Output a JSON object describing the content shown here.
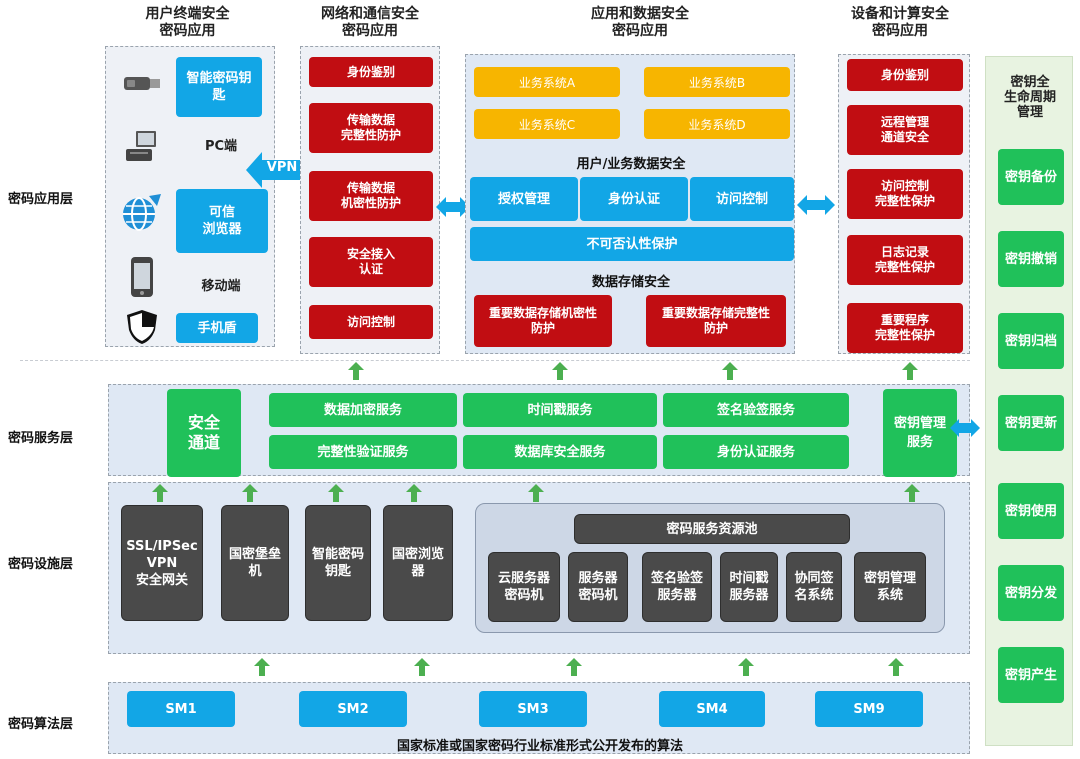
{
  "columns": {
    "terminal_title": "用户终端安全\n密码应用",
    "network_title": "网络和通信安全\n密码应用",
    "app_title": "应用和数据安全\n密码应用",
    "device_title": "设备和计算安全\n密码应用"
  },
  "layers": {
    "app_layer": "密码应用层",
    "service_layer": "密码服务层",
    "infra_layer": "密码设施层",
    "algo_layer": "密码算法层"
  },
  "terminal": {
    "smart_key": "智能密码钥\n匙",
    "pc": "PC端",
    "browser": "可信\n浏览器",
    "mobile": "移动端",
    "phone_shield": "手机盾"
  },
  "vpn": "VPN",
  "network": {
    "items": [
      "身份鉴别",
      "传输数据\n完整性防护",
      "传输数据\n机密性防护",
      "安全接入\n认证",
      "访问控制"
    ]
  },
  "app": {
    "systems": [
      "业务系统A",
      "业务系统B",
      "业务系统C",
      "业务系统D"
    ],
    "user_data_title": "用户/业务数据安全",
    "auth_items": [
      "授权管理",
      "身份认证",
      "访问控制"
    ],
    "non_repudiation": "不可否认性保护",
    "storage_title": "数据存储安全",
    "storage_items": [
      "重要数据存储机密性\n防护",
      "重要数据存储完整性\n防护"
    ]
  },
  "device": {
    "items": [
      "身份鉴别",
      "远程管理\n通道安全",
      "访问控制\n完整性保护",
      "日志记录\n完整性保护",
      "重要程序\n完整性保护"
    ]
  },
  "lifecycle": {
    "title": "密钥全\n生命周期\n管理",
    "items": [
      "密钥备份",
      "密钥撤销",
      "密钥归档",
      "密钥更新",
      "密钥使用",
      "密钥分发",
      "密钥产生"
    ]
  },
  "services": {
    "secure_channel": "安全\n通道",
    "grid": [
      "数据加密服务",
      "时间戳服务",
      "签名验签服务",
      "完整性验证服务",
      "数据库安全服务",
      "身份认证服务"
    ],
    "key_mgmt": "密钥管理\n服务"
  },
  "infra": {
    "items": [
      "SSL/IPSec\nVPN\n安全网关",
      "国密堡垒\n机",
      "智能密码\n钥匙",
      "国密浏览\n器"
    ],
    "pool_title": "密码服务资源池",
    "pool_items": [
      "云服务器\n密码机",
      "服务器\n密码机",
      "签名验签\n服务器",
      "时间戳\n服务器",
      "协同签\n名系统",
      "密钥管理\n系统"
    ]
  },
  "algorithms": {
    "items": [
      "SM1",
      "SM2",
      "SM3",
      "SM4",
      "SM9"
    ],
    "caption": "国家标准或国家密码行业标准形式公开发布的算法"
  },
  "colors": {
    "red": "#c10d12",
    "blue": "#12a6e6",
    "green": "#20c15a",
    "yellow": "#f7b500",
    "dark": "#4a4a4a",
    "arrow_green": "#4caf50"
  }
}
